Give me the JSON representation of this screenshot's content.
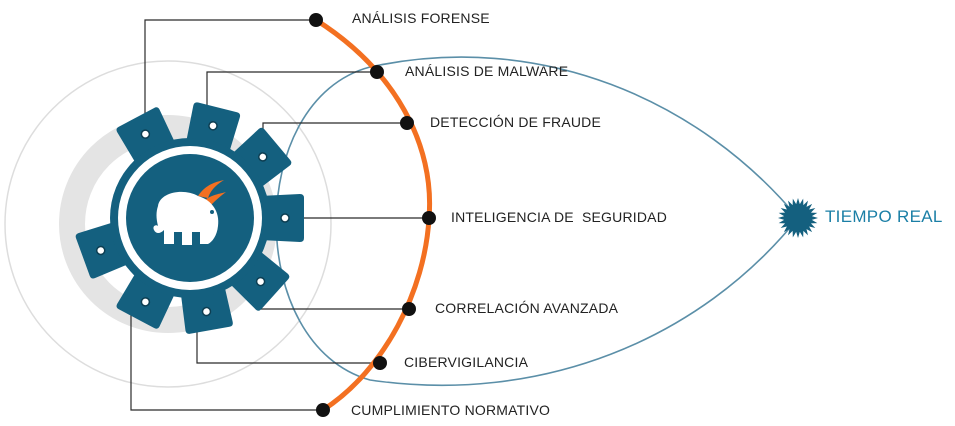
{
  "colors": {
    "accent_orange": "#f37021",
    "hub_teal": "#14607f",
    "ellipse_stroke": "#5b8fa8",
    "ring_grey": "#e2e2e2",
    "label_text": "#222222",
    "realtime_text": "#1b7fa6"
  },
  "hub": {
    "icon": "elephant-with-wings-icon",
    "teeth": 8
  },
  "capabilities": [
    {
      "label": "ANÁLISIS FORENSE"
    },
    {
      "label": "ANÁLISIS DE MALWARE"
    },
    {
      "label": "DETECCIÓN DE FRAUDE"
    },
    {
      "label": "INTELIGENCIA DE  SEGURIDAD"
    },
    {
      "label": "CORRELACIÓN AVANZADA"
    },
    {
      "label": "CIBERVIGILANCIA"
    },
    {
      "label": "CUMPLIMIENTO NORMATIVO"
    }
  ],
  "realtime": {
    "label": "TIEMPO REAL",
    "icon": "starburst-icon"
  }
}
